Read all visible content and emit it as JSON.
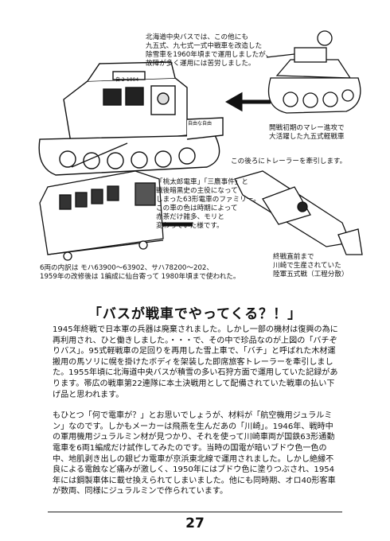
{
  "illustration_notes": {
    "bus_note": [
      "北海道中央バスでは、この他にも",
      "九五式、九七式一式中戦車を改造した",
      "除雪車を1960年頃まで運用しましたが、",
      "故障が多く運用には苦労しました。"
    ],
    "tank_note": [
      "開戦初期のマレー進攻で",
      "大活躍した九五式軽戦車"
    ],
    "trailer_note": "この後ろにトレーラーを牽引します。",
    "train_note": [
      "「桃太郎電車」「三鷹事件」と",
      "戦後暗黒史の主役になって",
      "しまった63形電車のファミリー。",
      "この車の色は時期によって",
      "赤茶だけ雑多、モリと",
      "変わっていた様です。"
    ],
    "train_data_note": [
      "6両の内訳は モハ63900〜63902、サハ78200〜202、",
      "1959年の改修後は 1編成に仙台寄って 1980年頃まで使われた。"
    ],
    "plane_note": [
      "終戦直前まで",
      "川崎で生産されていた",
      "陸軍五式戦（工程分散）"
    ],
    "bus_plate": "自 2-1004",
    "bus_sign": "自由な自由"
  },
  "article": {
    "title": "「バスが戦車でやってくる？！」",
    "paragraphs": [
      "1945年終戦で日本軍の兵器は廃棄されました。しかし一部の機材は復興の為に再利用され、ひと働きしました。・・・で、その中で珍品なのが上図の「バチぞりバス」。95式軽戦車の足回りを再用した雪上車で、「バチ」と呼ばれた木材運搬用の馬ソリに幌を掛けたボディを架装した即席旅客トレーラーを牽引しました。1955年頃に北海道中央バスが積雪の多い石狩方面で運用していた記録があります。帯広の戦車第22連隊に本土決戦用として配備されていた戦車の払い下げ品と思われます。",
      "もひとつ「何で電車が？」とお思いでしょうが、材料が「航空機用ジュラルミン」なのです。しかもメーカーは飛燕を生んだあの「川崎」。1946年、戦時中の軍用機用ジュラルミン材が見つかり、それを使って川崎車両が国鉄63形通勤電車を6両1編成だけ試作してみたのです。当時の国電が暗いブドウ色一色の中、地肌剥き出しの銀ピカ電車が京浜東北線で運用されました。しかし絶縁不良による電蝕など痛みが激しく、1950年にはブドウ色に塗りつぶされ、1954年には鋼製車体に載せ換えられてしまいました。他にも同時期、オロ40形客車が数両、同様にジュラルミンで作られています。"
    ]
  },
  "footer": {
    "page_number": "27"
  }
}
